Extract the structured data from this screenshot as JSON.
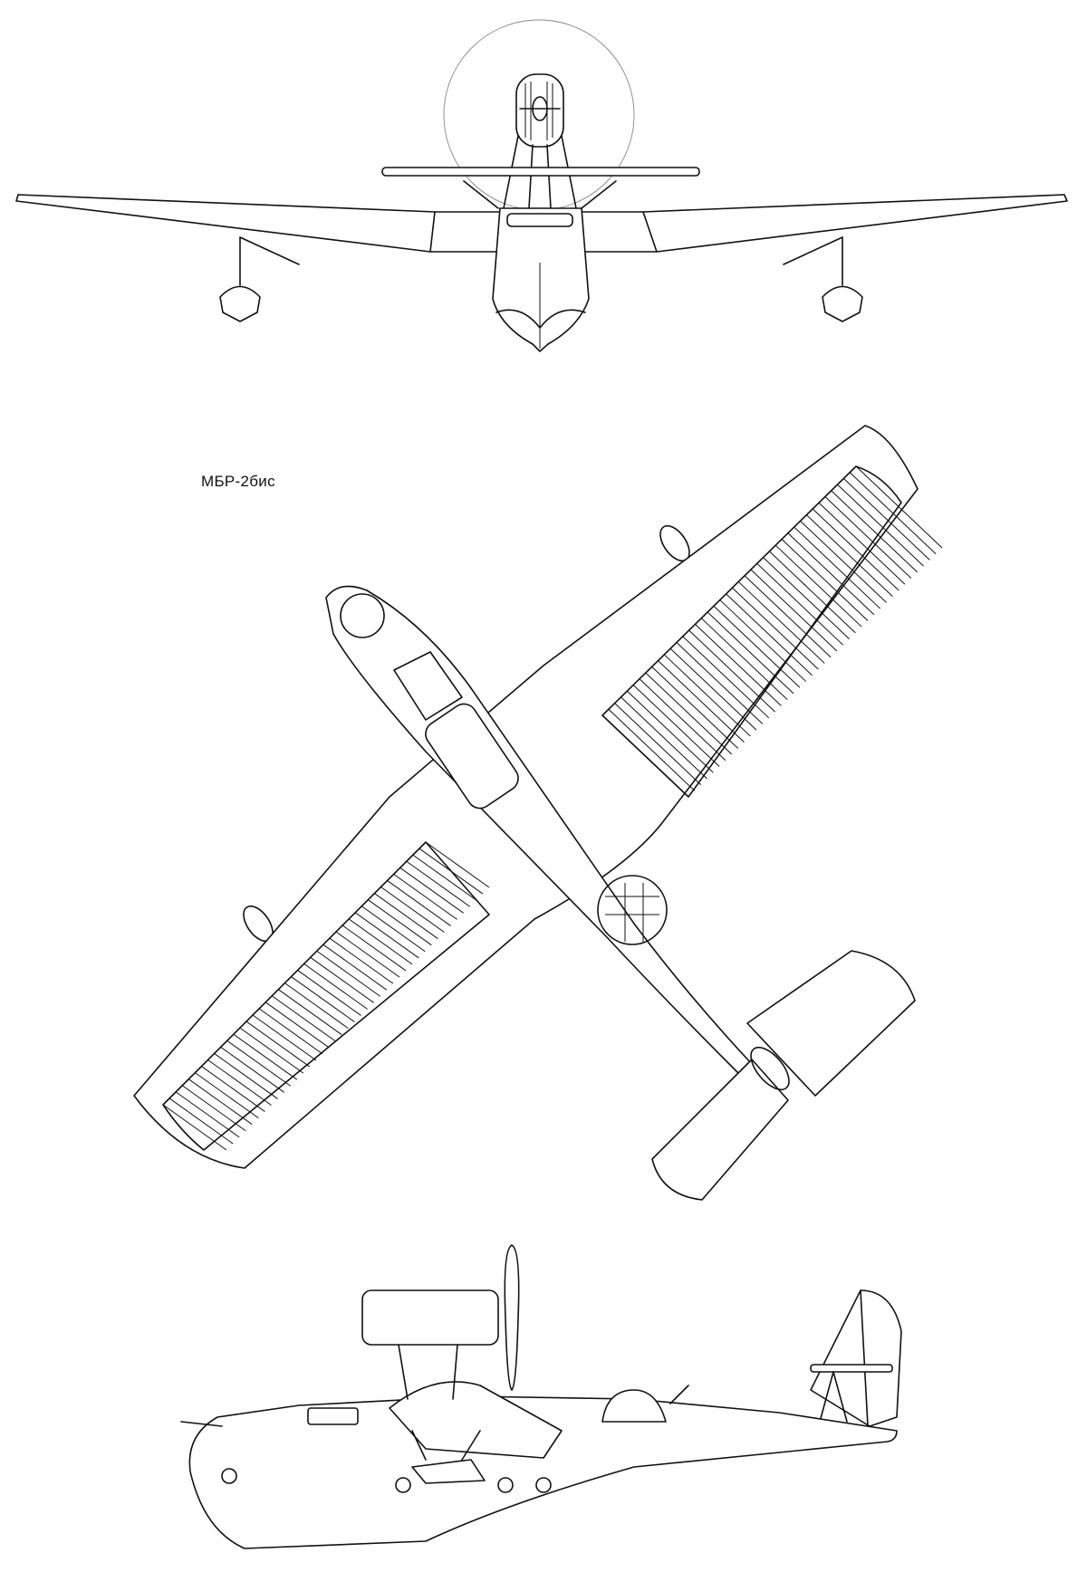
{
  "caption": "МБР-2бис",
  "views": [
    {
      "id": "front",
      "name": "front-view"
    },
    {
      "id": "top",
      "name": "plan-view"
    },
    {
      "id": "side",
      "name": "side-view"
    }
  ]
}
